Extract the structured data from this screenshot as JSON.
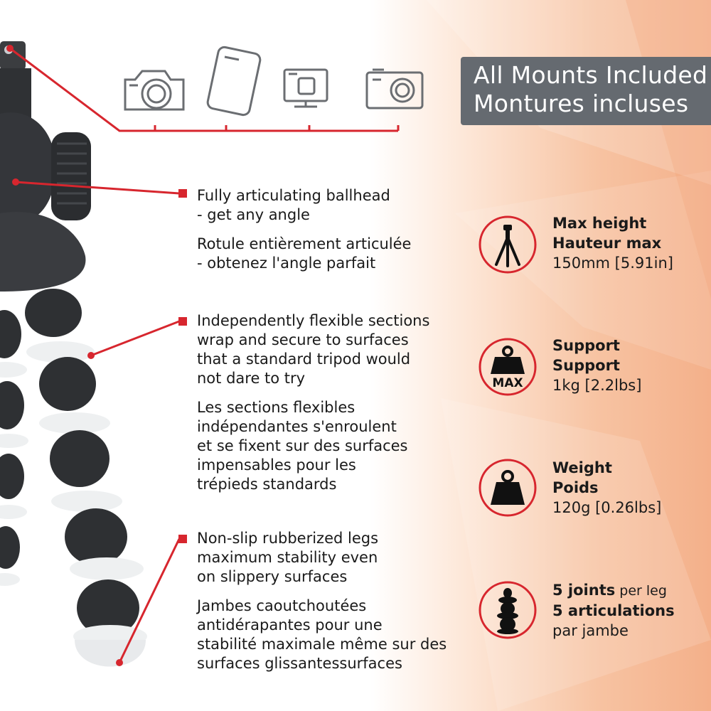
{
  "banner": {
    "line1": "All Mounts Included",
    "line2": "Montures incluses"
  },
  "mount_icons": [
    "dslr-camera-icon",
    "smartphone-icon",
    "action-camera-icon",
    "compact-camera-icon"
  ],
  "features": [
    {
      "en": [
        "Fully articulating ballhead",
        "- get any angle"
      ],
      "fr": [
        "Rotule entièrement articulée",
        "- obtenez l'angle parfait"
      ]
    },
    {
      "en": [
        "Independently flexible sections",
        "wrap and secure to surfaces",
        "that a standard tripod would",
        "not dare to try"
      ],
      "fr": [
        "Les sections flexibles",
        "indépendantes s'enroulent",
        "et se fixent sur des surfaces",
        "impensables pour les",
        "trépieds standards"
      ]
    },
    {
      "en": [
        "Non-slip rubberized legs",
        "maximum stability even",
        "on slippery surfaces"
      ],
      "fr": [
        "Jambes caoutchoutées",
        "antidérapantes pour une",
        "stabilité maximale même sur des",
        "surfaces glissantessurfaces"
      ]
    }
  ],
  "specs": {
    "height": {
      "title_en": "Max height",
      "title_fr": "Hauteur max",
      "value": "150mm [5.91in]"
    },
    "support": {
      "title_en": "Support",
      "title_fr": "Support",
      "value": "1kg [2.2lbs]",
      "icon_label": "MAX"
    },
    "weight": {
      "title_en": "Weight",
      "title_fr": "Poids",
      "value": "120g [0.26lbs]"
    },
    "joints": {
      "line1_bold": "5 joints",
      "line1_rest": " per leg",
      "line2_bold": "5 articulations",
      "line3": "par jambe"
    }
  },
  "colors": {
    "accent": "#d7262e",
    "banner": "#656a70",
    "icon_gray": "#6b6e72",
    "leg_dark": "#2e3033",
    "leg_white": "#eef0f1"
  }
}
